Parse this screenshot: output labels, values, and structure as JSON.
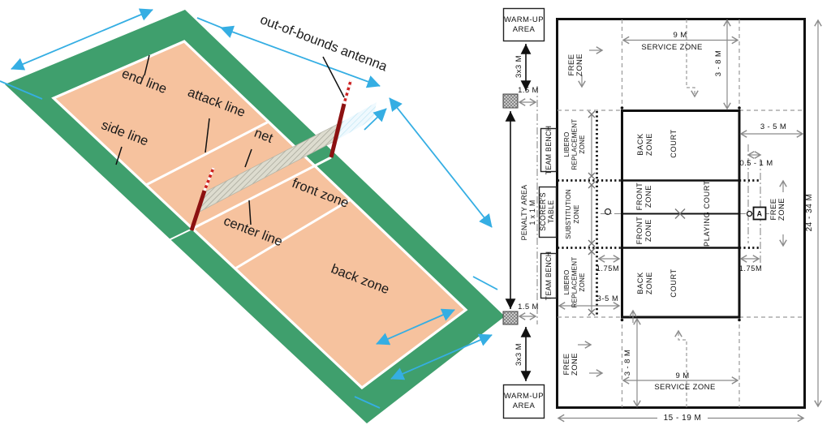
{
  "colors": {
    "court_green": "#3f9f6d",
    "court_sand": "#f6c29e",
    "dimension_blue": "#35aee3",
    "post_red": "#8c1111",
    "ink": "#111111",
    "dim_gray": "#8a8a8a"
  },
  "perspective_view": {
    "labels": {
      "antenna": "out-of-bounds antenna",
      "end_line": "end line",
      "attack_line": "attack line",
      "side_line": "side line",
      "net": "net",
      "front_zone": "front zone",
      "center_line": "center line",
      "back_zone": "back zone"
    }
  },
  "plan_view": {
    "warm_up": {
      "line1": "WARM-UP",
      "line2": "AREA"
    },
    "free_zone": {
      "line1": "FREE",
      "line2": "ZONE"
    },
    "service_zone": {
      "value": "9 M",
      "label": "SERVICE ZONE"
    },
    "zones": {
      "libero1": "LIBERO",
      "libero2": "REPLACEMENT",
      "libero3": "ZONE",
      "substitution1": "SUBSTITUTION",
      "substitution2": "ZONE",
      "back1": "BACK",
      "back2": "ZONE",
      "front1": "FRONT",
      "front2": "ZONE",
      "court": "COURT",
      "playing_court": "PLAYING COURT",
      "team_bench": "TEAM BENCH",
      "scorers1": "SCORER'S",
      "scorers2": "TABLE",
      "penalty1": "PENALTY AREA",
      "penalty2": "1 x 1 M"
    },
    "dimensions": {
      "warmup_size": "3x3 M",
      "penalty_offset": "1.5 M",
      "depth_range": "3 - 8 M",
      "side_range": "3 - 5 M",
      "post_offset": "0.5 - 1 M",
      "restriction_left": "1.75M",
      "restriction_right": "1.75M",
      "back_free": "3-5 M",
      "total_length": "24 - 34 M",
      "total_width": "15 - 19 M"
    },
    "referee_stand_label": "A"
  }
}
